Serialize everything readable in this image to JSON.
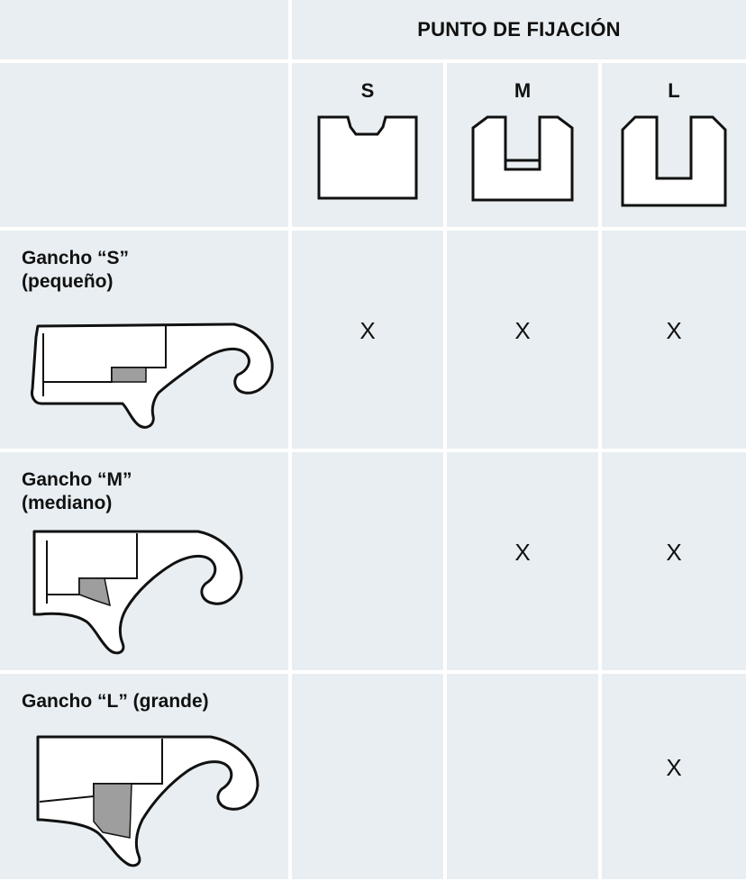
{
  "header": {
    "title": "PUNTO DE FIJACIÓN"
  },
  "sizes": [
    "S",
    "M",
    "L"
  ],
  "hooks": [
    {
      "name": "Gancho “S”\n(pequeño)",
      "fits": [
        "X",
        "X",
        "X"
      ]
    },
    {
      "name": "Gancho “M”\n(mediano)",
      "fits": [
        "",
        "X",
        "X"
      ]
    },
    {
      "name": "Gancho “L”  (grande)",
      "fits": [
        "",
        "",
        "X"
      ]
    }
  ],
  "colors": {
    "cell_bg": "#e8eef1",
    "insert_fill": "#9e9e9e"
  }
}
